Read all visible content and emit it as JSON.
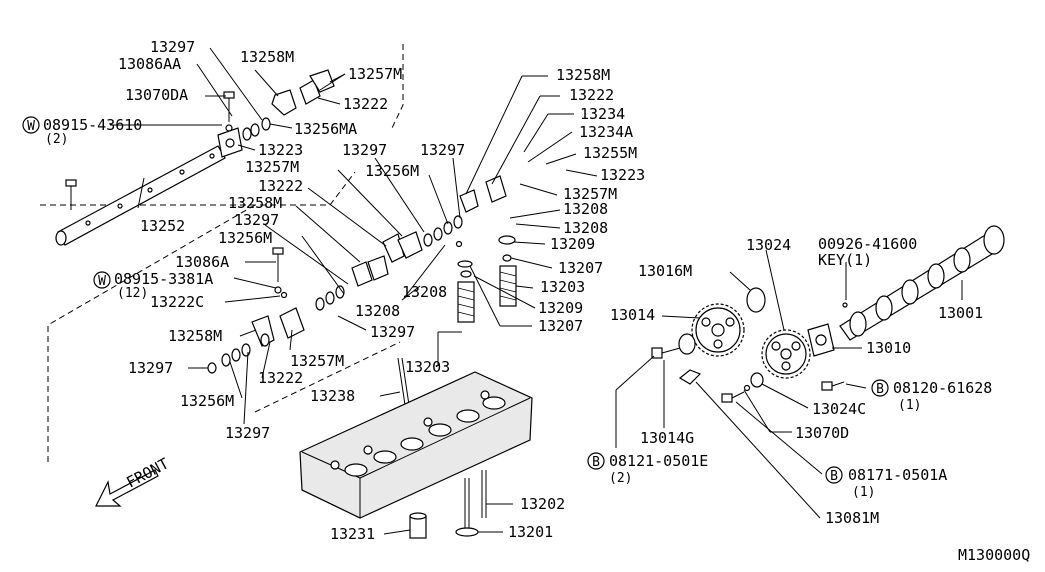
{
  "labels": [
    {
      "id": "13297-a",
      "text": "13297"
    },
    {
      "id": "13086AA",
      "text": "13086AA"
    },
    {
      "id": "13258M-a",
      "text": "13258M"
    },
    {
      "id": "13257M-a",
      "text": "13257M"
    },
    {
      "id": "13070DA",
      "text": "13070DA"
    },
    {
      "id": "13222-a",
      "text": "13222"
    },
    {
      "id": "08915-43610",
      "text": "08915-43610"
    },
    {
      "id": "qty-2-a",
      "text": "(2)"
    },
    {
      "id": "13256MA",
      "text": "13256MA"
    },
    {
      "id": "13223-a",
      "text": "13223"
    },
    {
      "id": "13297-b",
      "text": "13297"
    },
    {
      "id": "13297-c",
      "text": "13297"
    },
    {
      "id": "13257M-b",
      "text": "13257M"
    },
    {
      "id": "13256M-a",
      "text": "13256M"
    },
    {
      "id": "13222-b",
      "text": "13222"
    },
    {
      "id": "13258M-b",
      "text": "13258M"
    },
    {
      "id": "13252",
      "text": "13252"
    },
    {
      "id": "13297-d",
      "text": "13297"
    },
    {
      "id": "13256M-b",
      "text": "13256M"
    },
    {
      "id": "13086A",
      "text": "13086A"
    },
    {
      "id": "08915-3381A",
      "text": "08915-3381A"
    },
    {
      "id": "qty-12",
      "text": "(12)"
    },
    {
      "id": "13222C",
      "text": "13222C"
    },
    {
      "id": "13208-a",
      "text": "13208"
    },
    {
      "id": "13208-b",
      "text": "13208"
    },
    {
      "id": "13297-e",
      "text": "13297"
    },
    {
      "id": "13258M-c",
      "text": "13258M"
    },
    {
      "id": "13297-f",
      "text": "13297"
    },
    {
      "id": "13257M-c",
      "text": "13257M"
    },
    {
      "id": "13222-c",
      "text": "13222"
    },
    {
      "id": "13256M-c",
      "text": "13256M"
    },
    {
      "id": "13297-g",
      "text": "13297"
    },
    {
      "id": "13238",
      "text": "13238"
    },
    {
      "id": "13203-a",
      "text": "13203"
    },
    {
      "id": "13258M-d",
      "text": "13258M"
    },
    {
      "id": "13222-d",
      "text": "13222"
    },
    {
      "id": "13234",
      "text": "13234"
    },
    {
      "id": "13234A",
      "text": "13234A"
    },
    {
      "id": "13255M",
      "text": "13255M"
    },
    {
      "id": "13223-b",
      "text": "13223"
    },
    {
      "id": "13257M-d",
      "text": "13257M"
    },
    {
      "id": "13208-c",
      "text": "13208"
    },
    {
      "id": "13208-d",
      "text": "13208"
    },
    {
      "id": "13209-a",
      "text": "13209"
    },
    {
      "id": "13207-a",
      "text": "13207"
    },
    {
      "id": "13203-b",
      "text": "13203"
    },
    {
      "id": "13209-b",
      "text": "13209"
    },
    {
      "id": "13207-b",
      "text": "13207"
    },
    {
      "id": "13202",
      "text": "13202"
    },
    {
      "id": "13201",
      "text": "13201"
    },
    {
      "id": "13231",
      "text": "13231"
    },
    {
      "id": "13024",
      "text": "13024"
    },
    {
      "id": "00926-41600",
      "text": "00926-41600"
    },
    {
      "id": "key-1",
      "text": "KEY(1)"
    },
    {
      "id": "13016M",
      "text": "13016M"
    },
    {
      "id": "13014",
      "text": "13014"
    },
    {
      "id": "13001",
      "text": "13001"
    },
    {
      "id": "13010",
      "text": "13010"
    },
    {
      "id": "08120-61628",
      "text": "08120-61628"
    },
    {
      "id": "qty-1-a",
      "text": "(1)"
    },
    {
      "id": "13024C",
      "text": "13024C"
    },
    {
      "id": "13070D",
      "text": "13070D"
    },
    {
      "id": "13014G",
      "text": "13014G"
    },
    {
      "id": "08121-0501E",
      "text": "08121-0501E"
    },
    {
      "id": "qty-2-b",
      "text": "(2)"
    },
    {
      "id": "08171-0501A",
      "text": "08171-0501A"
    },
    {
      "id": "qty-1-b",
      "text": "(1)"
    },
    {
      "id": "13081M",
      "text": "13081M"
    },
    {
      "id": "front",
      "text": "FRONT"
    },
    {
      "id": "diagram-code",
      "text": "M130000Q"
    }
  ],
  "badges": [
    {
      "id": "badge-w-1",
      "text": "W"
    },
    {
      "id": "badge-w-2",
      "text": "W"
    },
    {
      "id": "badge-b-1",
      "text": "B"
    },
    {
      "id": "badge-b-2",
      "text": "B"
    },
    {
      "id": "badge-b-3",
      "text": "B"
    }
  ]
}
